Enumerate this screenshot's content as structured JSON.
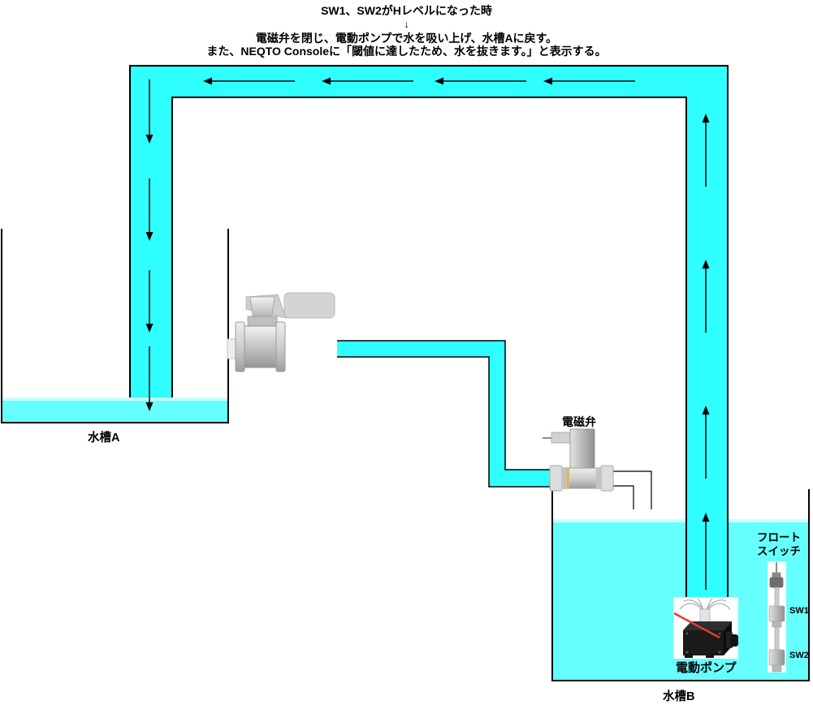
{
  "annotation": {
    "line1": "SW1、SW2がHレベルになった時",
    "arrow_down": "↓",
    "line2": "電磁弁を閉じ、電動ポンプで水を吸い上げ、水槽Aに戻す。",
    "line3": "また、NEQTO Consoleに「閾値に達したため、水を抜きます。」と表示する。"
  },
  "labels": {
    "tank_a": "水槽A",
    "tank_b": "水槽B",
    "solenoid_valve": "電磁弁",
    "electric_pump": "電動ポンプ",
    "float_switch": [
      "フロート",
      "スイッチ"
    ],
    "sw1": "SW1",
    "sw2": "SW2"
  },
  "colors": {
    "pipe_water": "#30FFFF",
    "tank_water": "#66FFFF",
    "water_surface_highlight": "#C9FEFE",
    "outline": "#000000",
    "laser_pointer": "#E03A3A"
  }
}
